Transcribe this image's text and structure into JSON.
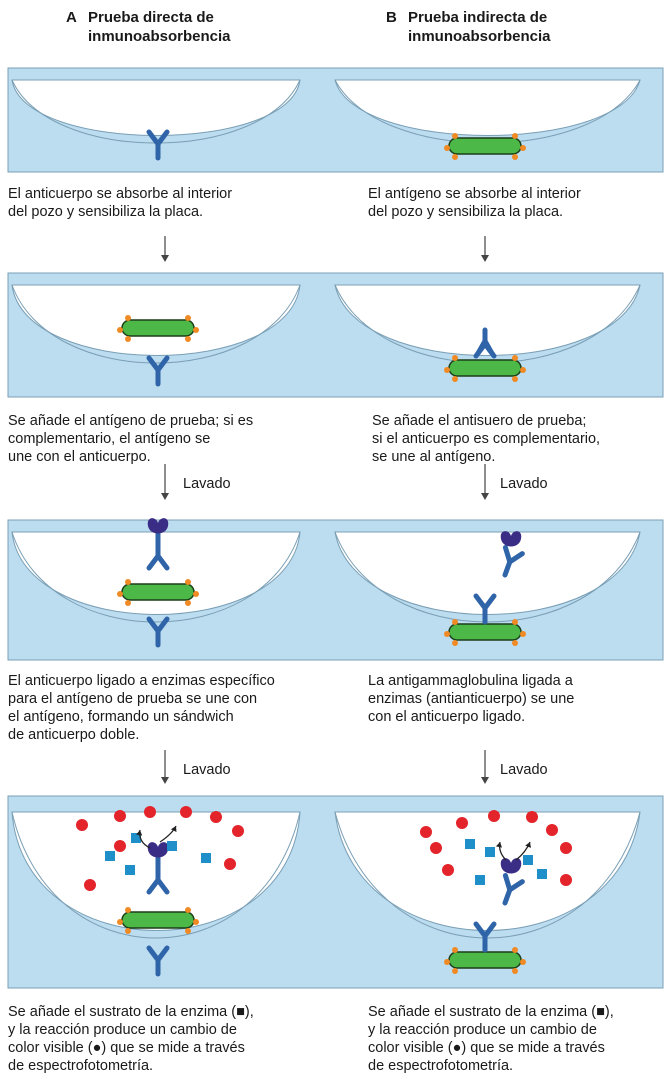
{
  "columns": {
    "a": {
      "letter": "A",
      "title_line1": "Prueba directa de",
      "title_line2": "inmunoabsorbencia"
    },
    "b": {
      "letter": "B",
      "title_line1": "Prueba indirecta de",
      "title_line2": "inmunoabsorbencia"
    }
  },
  "captions": {
    "a1": [
      "El anticuerpo se absorbe al interior",
      "del pozo y sensibiliza la placa."
    ],
    "b1": [
      "El antígeno se absorbe al interior",
      "del pozo y sensibiliza la placa."
    ],
    "a2": [
      "Se añade el antígeno de prueba; si es",
      "complementario, el antígeno se",
      "une con el anticuerpo."
    ],
    "b2": [
      "Se añade el antisuero de prueba;",
      "si el anticuerpo es complementario,",
      "se une al antígeno."
    ],
    "a3": [
      "El anticuerpo ligado a enzimas específico",
      "para el antígeno de prueba se une con",
      "el antígeno, formando un sándwich",
      "de anticuerpo doble."
    ],
    "b3": [
      "La antigammaglobulina ligada a",
      "enzimas (antianticuerpo) se une",
      "con el anticuerpo ligado."
    ],
    "a4": [
      "Se añade el sustrato de la enzima (■),",
      "y la reacción produce un cambio de",
      "color visible (●) que se mide a través",
      "de espectrofotometría."
    ],
    "b4": [
      "Se añade el sustrato de la enzima (■),",
      "y la reacción produce un cambio de",
      "color visible (●) que se mide a través",
      "de espectrofotometría."
    ]
  },
  "wash_label": "Lavado",
  "colors": {
    "plate": "#bcdcf0",
    "plate_edge": "#7a9fb5",
    "antibody": "#2f64a8",
    "enzyme": "#3a2d86",
    "antigen": "#4cb848",
    "epitope": "#f08a24",
    "substrate": "#1f8fc9",
    "product": "#e3242b"
  }
}
